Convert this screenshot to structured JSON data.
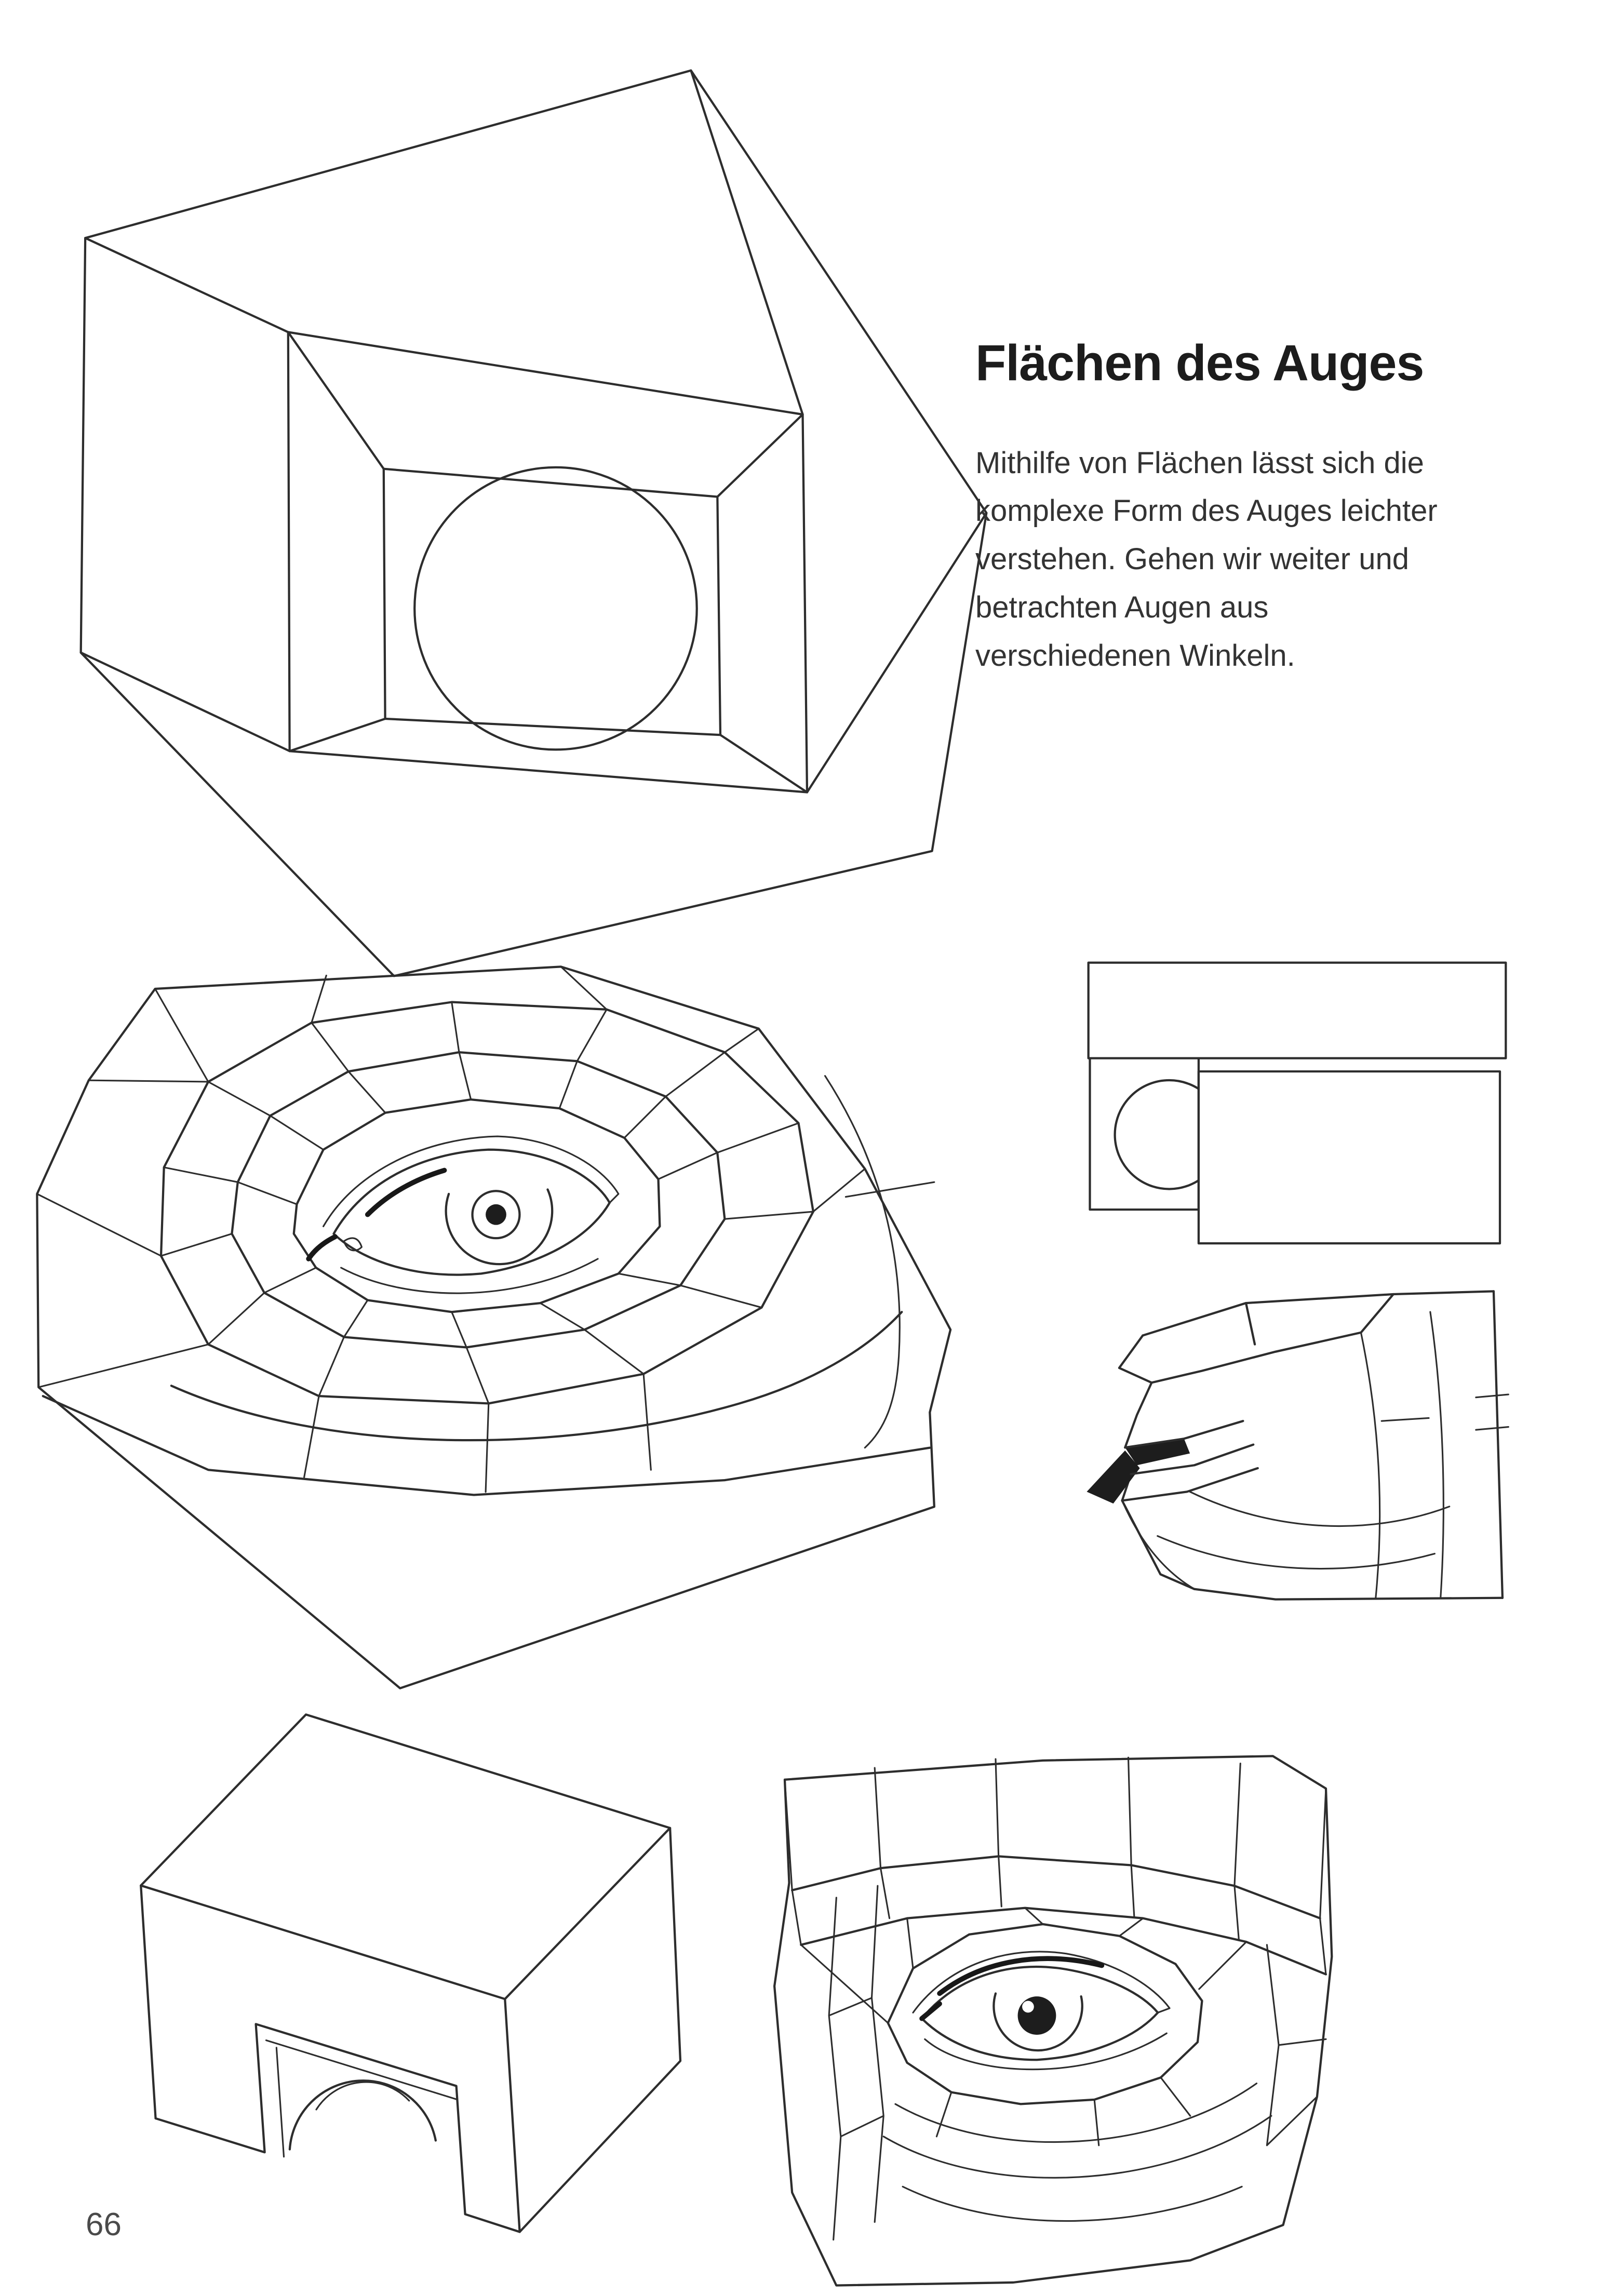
{
  "colors": {
    "background": "#ffffff",
    "ink": "#2d2d2d",
    "heading": "#1c1c1c",
    "text": "#333333",
    "muted": "#4a4a4a"
  },
  "article": {
    "title": "Flächen des Auges",
    "paragraph": "Mithilfe von Flächen lässt sich die\nkomplexe Form des Auges leichter\nverstehen. Gehen wir weiter und\nbetrachten Augen aus\nverschiedenen Winkeln."
  },
  "page": {
    "number": "66"
  }
}
